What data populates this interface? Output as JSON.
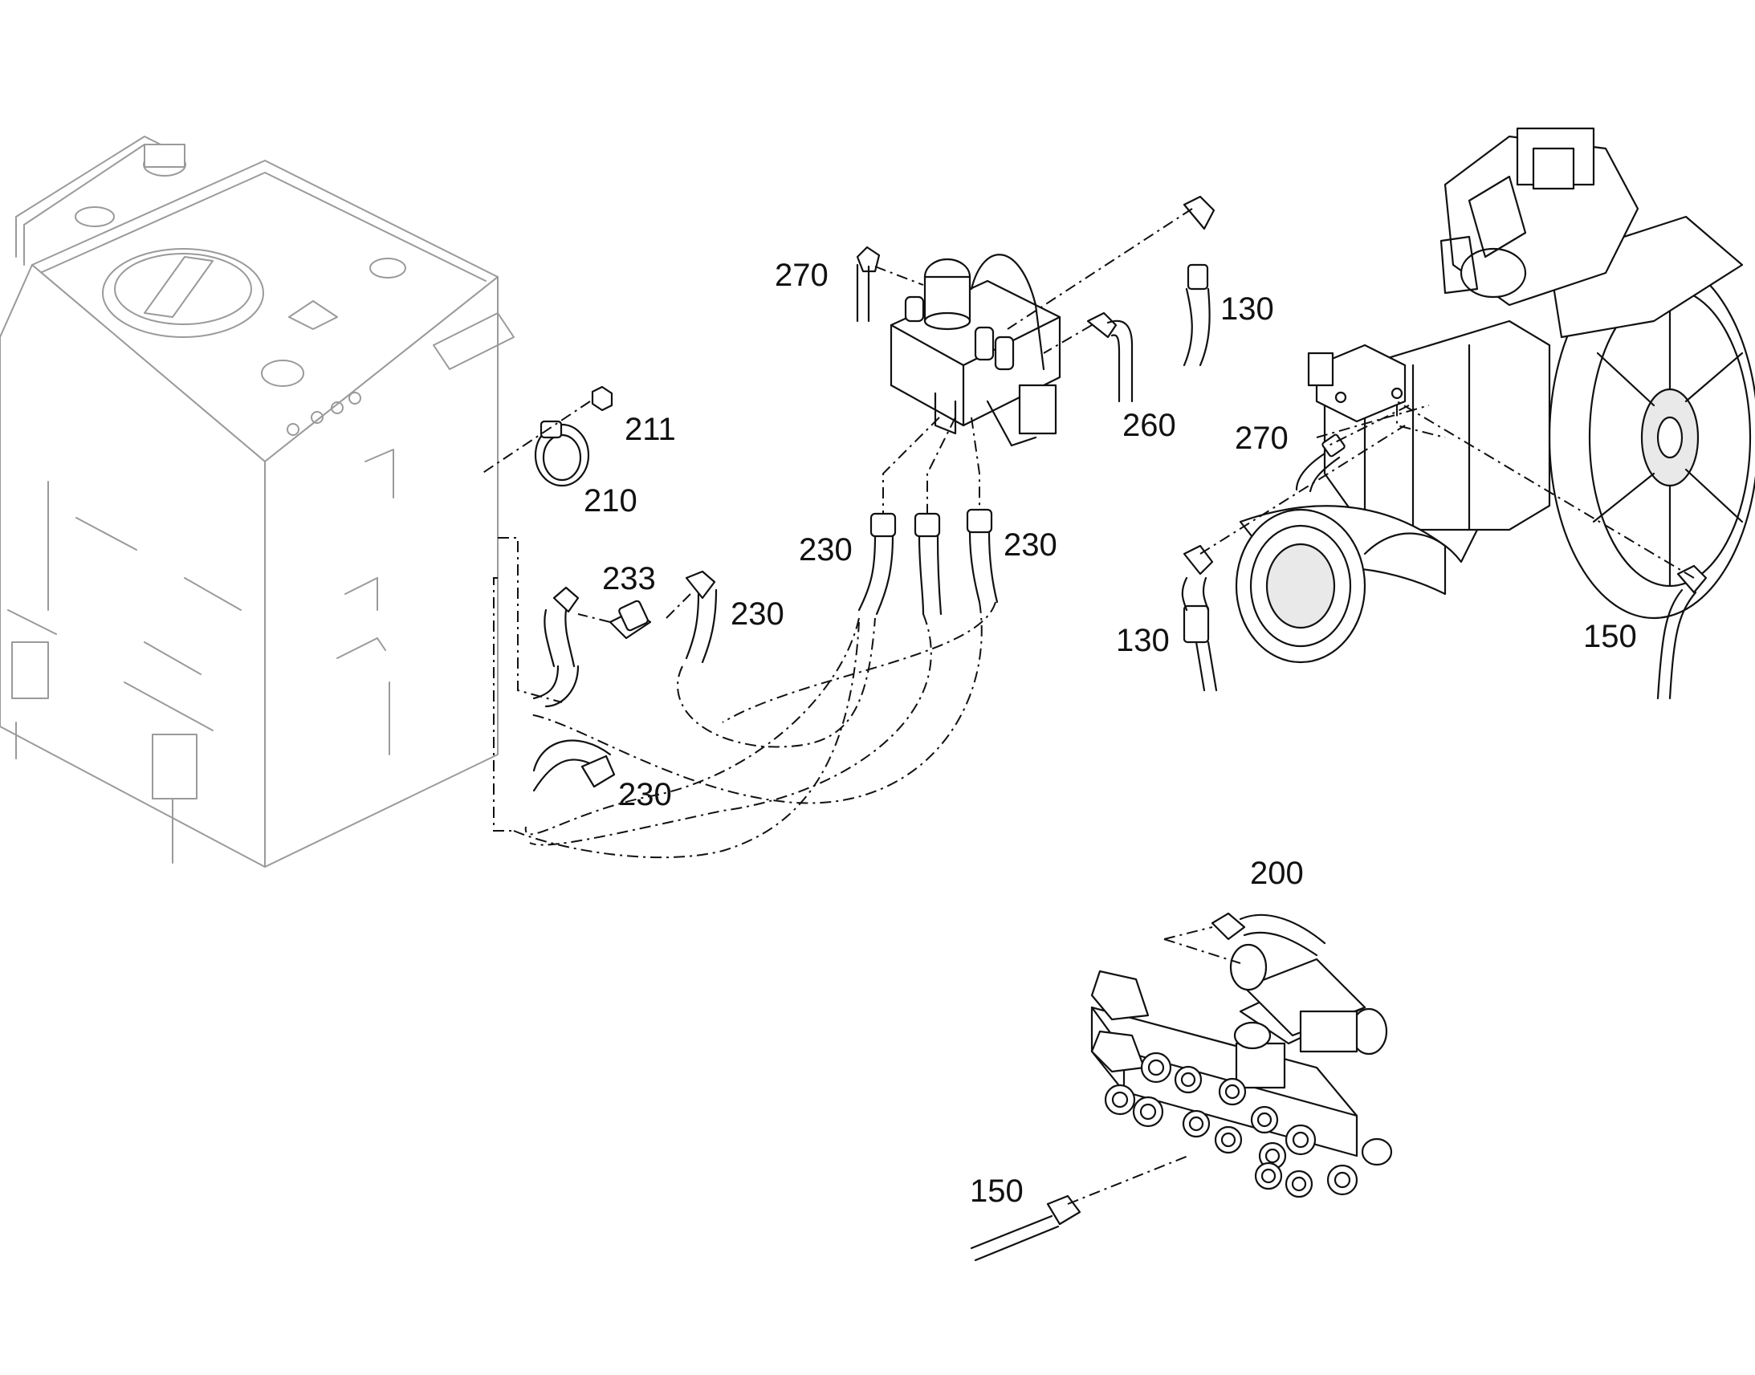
{
  "callouts": {
    "c270_top": "270",
    "c130_top": "130",
    "c260": "260",
    "c211": "211",
    "c210": "210",
    "c233": "233",
    "c230_a": "230",
    "c230_b": "230",
    "c230_c": "230",
    "c230_d": "230",
    "c270_right": "270",
    "c130_right": "130",
    "c150_right": "150",
    "c200": "200",
    "c150_bottom": "150"
  }
}
